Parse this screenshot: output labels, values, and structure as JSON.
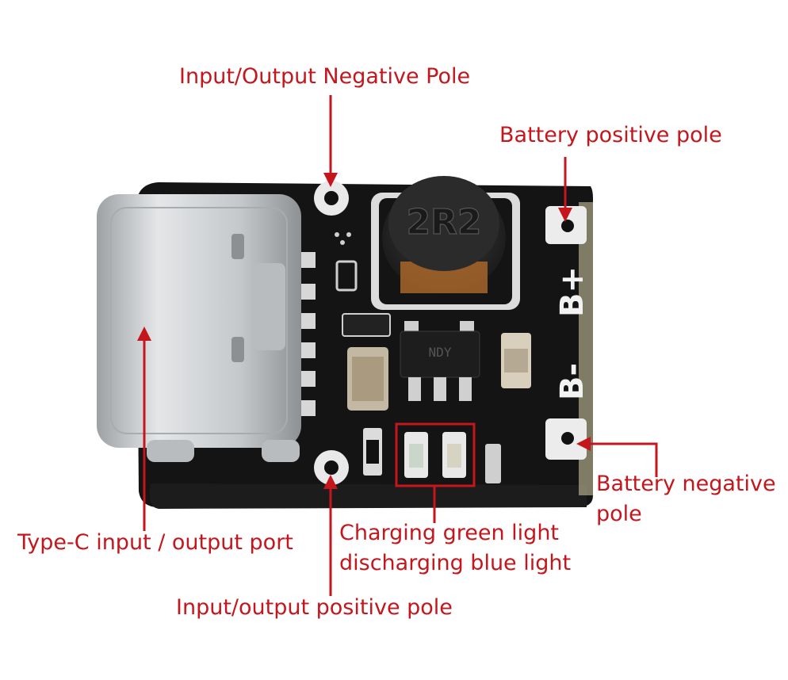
{
  "labels": {
    "io_negative": "Input/Output Negative Pole",
    "battery_positive": "Battery positive pole",
    "battery_negative_line1": "Battery negative",
    "battery_negative_line2": "pole",
    "typec_port": "Type-C input / output port",
    "led_line1": "Charging green light",
    "led_line2": "discharging blue light",
    "io_positive": "Input/output positive pole"
  },
  "board_markings": {
    "b_plus": "B+",
    "b_minus": "B-",
    "inductor": "2R2",
    "ic": "NDY"
  },
  "colors": {
    "label": "#c4161c",
    "pcb": "#141414",
    "silkscreen": "#f2f2f2",
    "usb_metal": "#c9cbcd",
    "inductor": "#2b2b2b"
  }
}
